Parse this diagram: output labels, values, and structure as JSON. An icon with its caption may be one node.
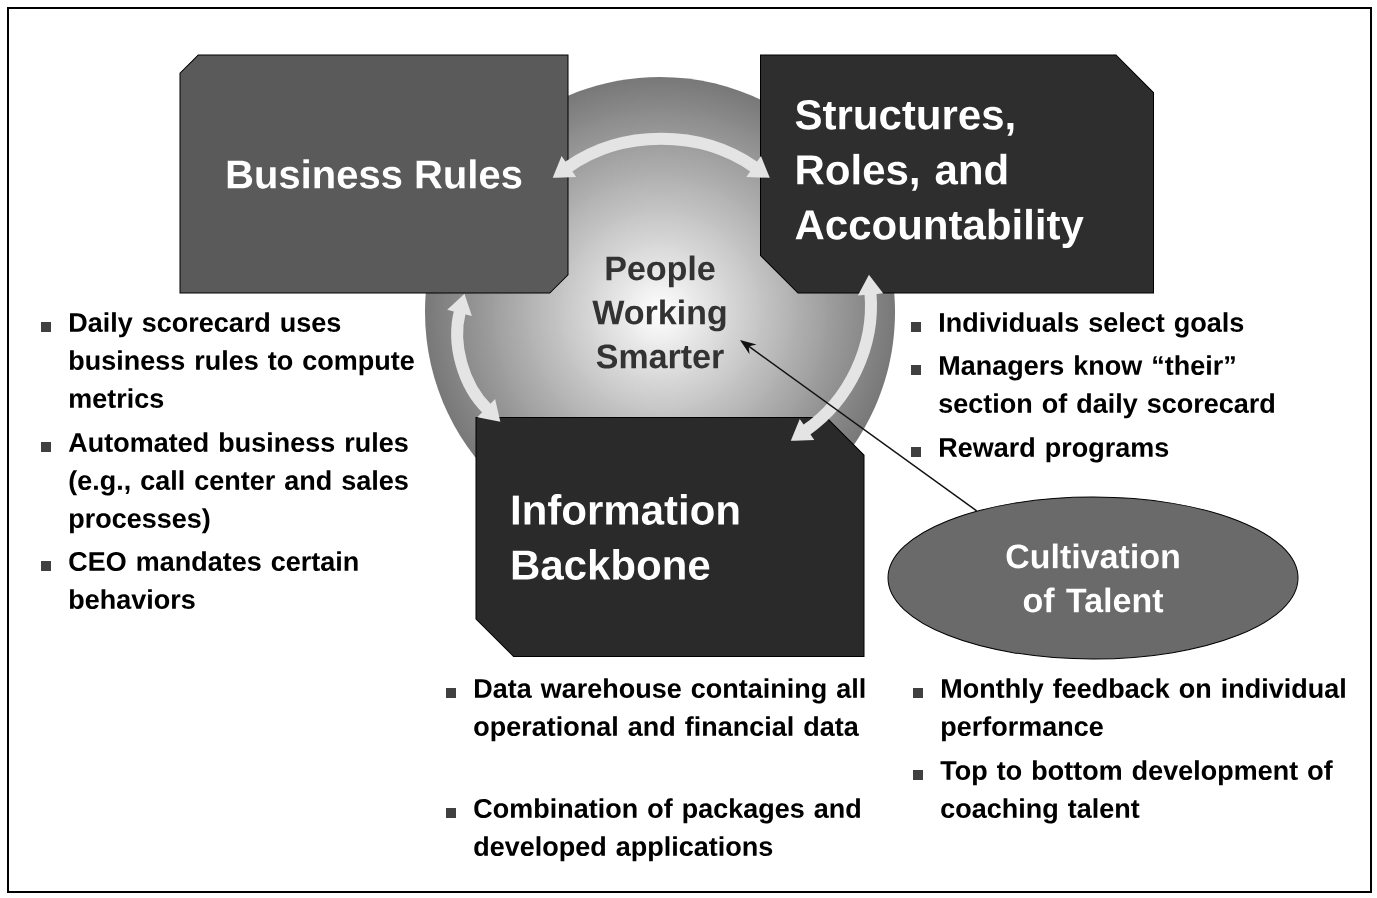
{
  "diagram": {
    "nodes": [
      {
        "text": [
          "Business Rules"
        ],
        "beside": [
          "Daily scorecard uses business rules to compute metrics",
          "Automated business rules (e.g., call center and sales processes)",
          "CEO mandates certain behaviors"
        ]
      },
      {
        "text": [
          "Structures, Roles, and Accountability"
        ],
        "beside": [
          "Individuals select goals",
          "Managers know “their” section of daily scorecard",
          "Reward programs"
        ]
      },
      {
        "text": [
          "People Working Smarter"
        ]
      },
      {
        "text": [
          "Information Backbone"
        ],
        "beside": [
          "Data warehouse containing all operational and financial data",
          "Combination of packages and developed applications"
        ]
      },
      {
        "text": [
          "Cultivation of Talent"
        ],
        "beside": [
          "Monthly feedback on individual performance",
          "Top to bottom development of coaching talent"
        ]
      }
    ],
    "edges": [
      {
        "from": 0,
        "to": 1,
        "arrow": "both"
      },
      {
        "from": 0,
        "to": 3,
        "arrow": "both"
      },
      {
        "from": 1,
        "to": 3,
        "arrow": "both"
      },
      {
        "from": 4,
        "to": 2,
        "arrow": "to",
        "color": "#111111"
      }
    ]
  }
}
